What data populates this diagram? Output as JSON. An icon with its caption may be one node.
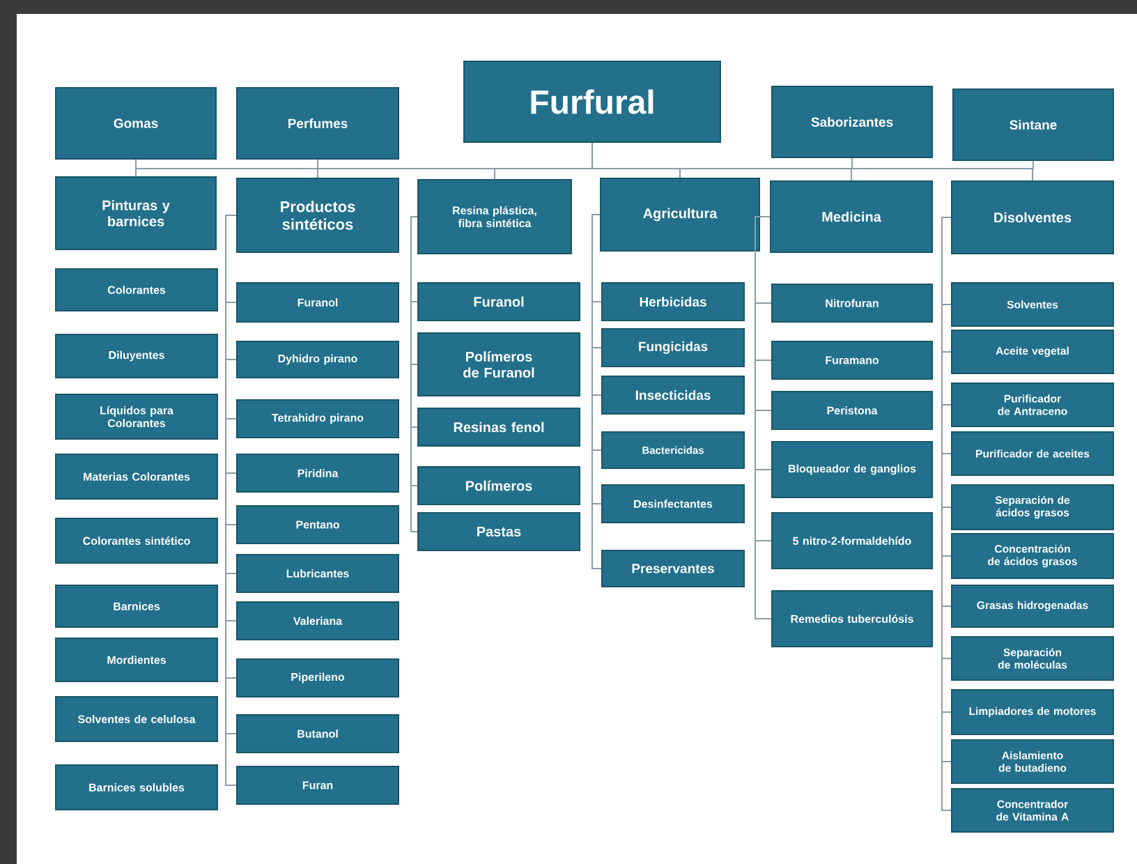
{
  "diagram": {
    "nodes": [
      {
        "text": [
          "Furfural"
        ]
      },
      {
        "text": [
          "Gomas"
        ]
      },
      {
        "text": [
          "Perfumes"
        ]
      },
      {
        "text": [
          "Saborizantes"
        ]
      },
      {
        "text": [
          "Sintane"
        ]
      },
      {
        "text": [
          "Pinturas y barnices"
        ]
      },
      {
        "text": [
          "Productos sintéticos"
        ]
      },
      {
        "text": [
          "Resina plástica, fibra sintética"
        ]
      },
      {
        "text": [
          "Agricultura"
        ]
      },
      {
        "text": [
          "Medicina"
        ]
      },
      {
        "text": [
          "Disolventes"
        ]
      },
      {
        "text": [
          "Colorantes"
        ]
      },
      {
        "text": [
          "Diluyentes"
        ]
      },
      {
        "text": [
          "Líquidos para Colorantes"
        ]
      },
      {
        "text": [
          "Materias Colorantes"
        ]
      },
      {
        "text": [
          "Colorantes sintético"
        ]
      },
      {
        "text": [
          "Barnices"
        ]
      },
      {
        "text": [
          "Mordientes"
        ]
      },
      {
        "text": [
          "Solventes de celulosa"
        ]
      },
      {
        "text": [
          "Barnices solubles"
        ]
      },
      {
        "text": [
          "Furanol"
        ]
      },
      {
        "text": [
          "Dyhidro pirano"
        ]
      },
      {
        "text": [
          "Tetrahidro pirano"
        ]
      },
      {
        "text": [
          "Piridina"
        ]
      },
      {
        "text": [
          "Pentano"
        ]
      },
      {
        "text": [
          "Lubricantes"
        ]
      },
      {
        "text": [
          "Valeriana"
        ]
      },
      {
        "text": [
          "Piperileno"
        ]
      },
      {
        "text": [
          "Butanol"
        ]
      },
      {
        "text": [
          "Furan"
        ]
      },
      {
        "text": [
          "Furanol"
        ]
      },
      {
        "text": [
          "Polímeros de Furanol"
        ]
      },
      {
        "text": [
          "Resinas fenol"
        ]
      },
      {
        "text": [
          "Polímeros"
        ]
      },
      {
        "text": [
          "Pastas"
        ]
      },
      {
        "text": [
          "Herbicidas"
        ]
      },
      {
        "text": [
          "Fungicidas"
        ]
      },
      {
        "text": [
          "Insecticidas"
        ]
      },
      {
        "text": [
          "Bactericidas"
        ]
      },
      {
        "text": [
          "Desinfectantes"
        ]
      },
      {
        "text": [
          "Preservantes"
        ]
      },
      {
        "text": [
          "Nitrofuran"
        ]
      },
      {
        "text": [
          "Furamano"
        ]
      },
      {
        "text": [
          "Peristona"
        ]
      },
      {
        "text": [
          "Bloqueador de ganglios"
        ]
      },
      {
        "text": [
          "5 nitro-2-formaldehído"
        ]
      },
      {
        "text": [
          "Remedios tuberculósis"
        ]
      },
      {
        "text": [
          "Solventes"
        ]
      },
      {
        "text": [
          "Aceite vegetal"
        ]
      },
      {
        "text": [
          "Purificador de Antraceno"
        ]
      },
      {
        "text": [
          "Purificador de aceites"
        ]
      },
      {
        "text": [
          "Separación de ácidos grasos"
        ]
      },
      {
        "text": [
          "Concentración de ácidos grasos"
        ]
      },
      {
        "text": [
          "Grasas hidrogenadas"
        ]
      },
      {
        "text": [
          "Separación de moléculas"
        ]
      },
      {
        "text": [
          "Limpiadores de motores"
        ]
      },
      {
        "text": [
          "Aislamiento de butadieno"
        ]
      },
      {
        "text": [
          "Concentrador de Vitamina A"
        ]
      }
    ],
    "edges": [
      {
        "from": 0,
        "to": 1,
        "arrow": "none"
      },
      {
        "from": 0,
        "to": 2,
        "arrow": "none"
      },
      {
        "from": 0,
        "to": 3,
        "arrow": "none"
      },
      {
        "from": 0,
        "to": 4,
        "arrow": "none"
      },
      {
        "from": 0,
        "to": 5,
        "arrow": "none"
      },
      {
        "from": 0,
        "to": 6,
        "arrow": "none"
      },
      {
        "from": 0,
        "to": 7,
        "arrow": "none"
      },
      {
        "from": 0,
        "to": 8,
        "arrow": "none"
      },
      {
        "from": 0,
        "to": 9,
        "arrow": "none"
      },
      {
        "from": 0,
        "to": 10,
        "arrow": "none"
      },
      {
        "from": 6,
        "to": 20,
        "arrow": "none"
      },
      {
        "from": 6,
        "to": 21,
        "arrow": "none"
      },
      {
        "from": 6,
        "to": 22,
        "arrow": "none"
      },
      {
        "from": 6,
        "to": 23,
        "arrow": "none"
      },
      {
        "from": 6,
        "to": 24,
        "arrow": "none"
      },
      {
        "from": 6,
        "to": 25,
        "arrow": "none"
      },
      {
        "from": 6,
        "to": 26,
        "arrow": "none"
      },
      {
        "from": 6,
        "to": 27,
        "arrow": "none"
      },
      {
        "from": 6,
        "to": 28,
        "arrow": "none"
      },
      {
        "from": 6,
        "to": 29,
        "arrow": "none"
      },
      {
        "from": 7,
        "to": 30,
        "arrow": "none"
      },
      {
        "from": 7,
        "to": 31,
        "arrow": "none"
      },
      {
        "from": 7,
        "to": 32,
        "arrow": "none"
      },
      {
        "from": 7,
        "to": 33,
        "arrow": "none"
      },
      {
        "from": 7,
        "to": 34,
        "arrow": "none"
      },
      {
        "from": 8,
        "to": 35,
        "arrow": "none"
      },
      {
        "from": 8,
        "to": 36,
        "arrow": "none"
      },
      {
        "from": 8,
        "to": 37,
        "arrow": "none"
      },
      {
        "from": 8,
        "to": 38,
        "arrow": "none"
      },
      {
        "from": 8,
        "to": 39,
        "arrow": "none"
      },
      {
        "from": 8,
        "to": 40,
        "arrow": "none"
      },
      {
        "from": 9,
        "to": 41,
        "arrow": "none"
      },
      {
        "from": 9,
        "to": 42,
        "arrow": "none"
      },
      {
        "from": 9,
        "to": 43,
        "arrow": "none"
      },
      {
        "from": 9,
        "to": 44,
        "arrow": "none"
      },
      {
        "from": 9,
        "to": 45,
        "arrow": "none"
      },
      {
        "from": 9,
        "to": 46,
        "arrow": "none"
      },
      {
        "from": 10,
        "to": 47,
        "arrow": "none"
      },
      {
        "from": 10,
        "to": 48,
        "arrow": "none"
      },
      {
        "from": 10,
        "to": 49,
        "arrow": "none"
      },
      {
        "from": 10,
        "to": 50,
        "arrow": "none"
      },
      {
        "from": 10,
        "to": 51,
        "arrow": "none"
      },
      {
        "from": 10,
        "to": 52,
        "arrow": "none"
      },
      {
        "from": 10,
        "to": 53,
        "arrow": "none"
      },
      {
        "from": 10,
        "to": 54,
        "arrow": "none"
      },
      {
        "from": 10,
        "to": 55,
        "arrow": "none"
      },
      {
        "from": 10,
        "to": 56,
        "arrow": "none"
      },
      {
        "from": 10,
        "to": 57,
        "arrow": "none"
      }
    ]
  }
}
